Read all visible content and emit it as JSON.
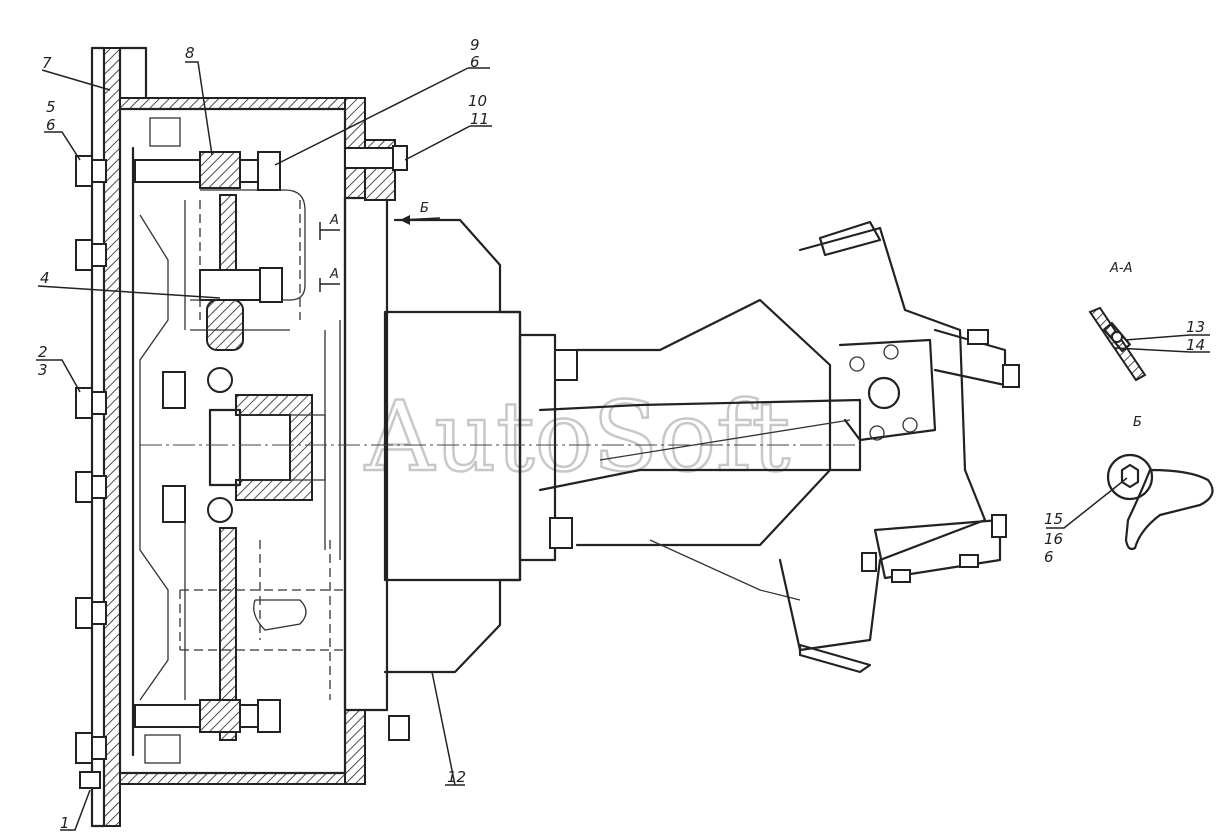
{
  "watermark": "AutoSoft",
  "section_labels": {
    "section_aa": "А-А",
    "view_b": "Б",
    "arrow_b": "Б",
    "arrow_a_top": "А",
    "arrow_a_bottom": "А"
  },
  "callouts": [
    {
      "id": "1",
      "number": "1"
    },
    {
      "id": "2",
      "number": "2",
      "sub": "3"
    },
    {
      "id": "4",
      "number": "4"
    },
    {
      "id": "5",
      "number": "5",
      "sub": "6"
    },
    {
      "id": "7",
      "number": "7"
    },
    {
      "id": "8",
      "number": "8"
    },
    {
      "id": "9",
      "number": "9",
      "sub": "6"
    },
    {
      "id": "10",
      "number": "10",
      "sub": "11"
    },
    {
      "id": "12",
      "number": "12"
    },
    {
      "id": "13",
      "number": "13"
    },
    {
      "id": "14",
      "number": "14"
    },
    {
      "id": "15",
      "number": "15",
      "sub": "16",
      "sub2": "6"
    }
  ]
}
